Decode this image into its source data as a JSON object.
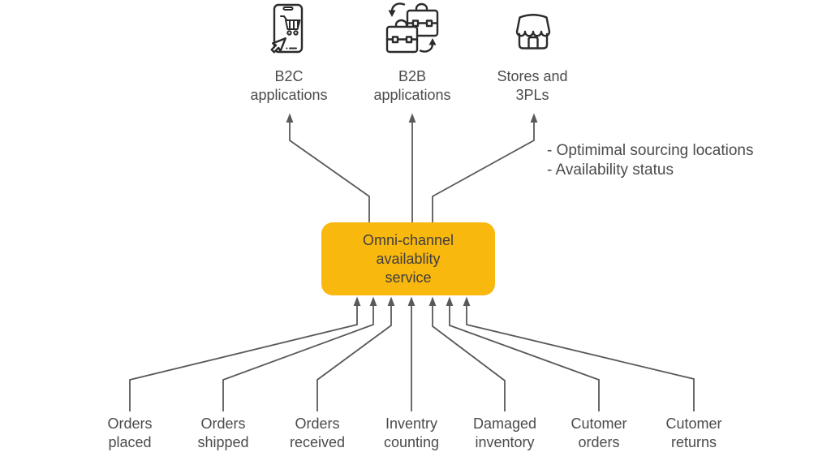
{
  "diagram": {
    "center_box": {
      "lines": [
        "Omni-channel",
        "availablity",
        "service"
      ],
      "bg_color": "#F9B80D",
      "text_color": "#3E3D40"
    },
    "outputs": [
      {
        "icon": "phone-cart-icon",
        "lines": [
          "B2C",
          "applications"
        ]
      },
      {
        "icon": "briefcase-sync-icon",
        "lines": [
          "B2B",
          "applications"
        ]
      },
      {
        "icon": "storefront-icon",
        "lines": [
          "Stores and",
          "3PLs"
        ]
      }
    ],
    "annotations": [
      "- Optimimal sourcing locations",
      "- Availability status"
    ],
    "inputs": [
      {
        "lines": [
          "Orders",
          "placed"
        ]
      },
      {
        "lines": [
          "Orders",
          "shipped"
        ]
      },
      {
        "lines": [
          "Orders",
          "received"
        ]
      },
      {
        "lines": [
          "Inventry",
          "counting"
        ]
      },
      {
        "lines": [
          "Damaged",
          "inventory"
        ]
      },
      {
        "lines": [
          "Cutomer",
          "orders"
        ]
      },
      {
        "lines": [
          "Cutomer",
          "returns"
        ]
      }
    ],
    "colors": {
      "background": "#FFFFFF",
      "arrow": "#59595B",
      "label_text": "#4B4B4D",
      "icon_stroke": "#2B2B2B"
    }
  }
}
